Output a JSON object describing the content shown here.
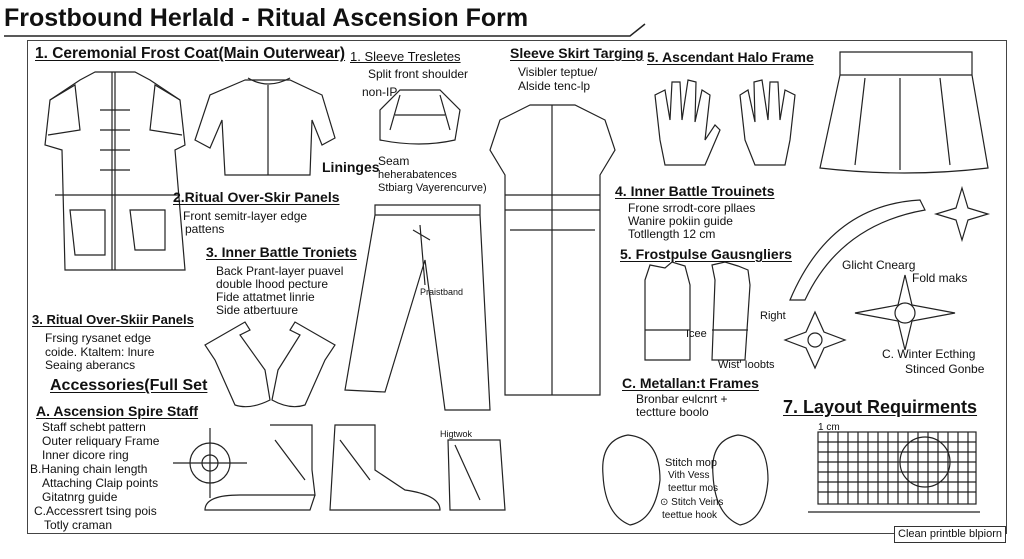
{
  "title": "Frostbound Herlald - Ritual Ascension Form",
  "sections": {
    "coat": {
      "heading": "1. Ceremonial Frost Coat(Main Outerwear)"
    },
    "sleeve": {
      "heading": "1. Sleeve Tresletes",
      "lines": [
        "Split front shoulder",
        "non-IP"
      ]
    },
    "sleeve_skirt": {
      "heading": "Sleeve Skirt Targing",
      "lines": [
        "Visibler teptue/",
        "Alside tenc-lp"
      ]
    },
    "halo": {
      "heading": "5. Ascendant Halo Frame"
    },
    "linings": {
      "label": "Lininges",
      "lines": [
        "Seam",
        "heherabatences",
        "Stbiarg Vayerencurve)"
      ]
    },
    "panels2": {
      "heading": "2.Ritual Over-Skir Panels",
      "lines": [
        "Front semitr-layer edge",
        "pattens"
      ]
    },
    "trousers3": {
      "heading": "3. Inner Battle Troniets",
      "lines": [
        "Back Prant-layer puavel",
        "double lhood pecture",
        "Fide attatmet linrie",
        "Side atbertuure"
      ]
    },
    "waistband": "Praistband",
    "panels3": {
      "heading": "3. Ritual Over-Skiir Panels",
      "lines": [
        "Frsing rysanet edge",
        "coide. Ktaltem: lnure",
        "Seaing aberancs"
      ]
    },
    "accessories": {
      "heading": "Accessories(Full Set",
      "staff_heading": "A. Ascension Spire Staff",
      "lines": [
        "Staff schebt pattern",
        "Outer reliquary Frame",
        "Inner dicore ring",
        "B.Haning chain length",
        "Attaching Claip points",
        "Gitatnrg guide",
        "C.Accessrert tsing pois",
        "Totly craman"
      ]
    },
    "higtwok": "Higtwok",
    "trousers4": {
      "heading": "4. Inner Battle Trouinets",
      "lines": [
        "Frone srrodt-core pllaes",
        "Wanire pokiin guide",
        "Totllength 12 cm"
      ]
    },
    "gauntlets": {
      "heading": "5. Frostpulse Gausngliers",
      "right": "Right",
      "ice": "Icee",
      "wrist": "Wist' Ioobts"
    },
    "crescent": {
      "line1": "Glicht Cnearg",
      "line2": "Fold maks"
    },
    "winter": {
      "line1": "C. Winter Ecthing",
      "line2": "Stinced Gonbe"
    },
    "metal": {
      "heading": "C. Metallan:t Frames",
      "lines": [
        "Bronbar ечlcnrt +",
        "tectture boolo"
      ]
    },
    "layout": {
      "heading": "7. Layout Requirments",
      "scale": "1 cm"
    },
    "soles": {
      "lines": [
        "Stitch mop",
        "Vith Vess",
        "teettur mos",
        "⊙ Stitch Veins",
        "teettue hook"
      ]
    }
  },
  "footer": "Clean printble blpiorn"
}
